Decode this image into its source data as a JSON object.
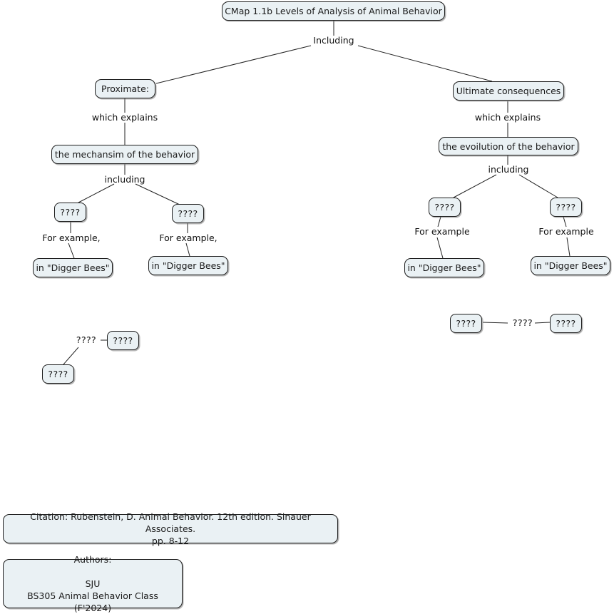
{
  "map": {
    "title_node": "CMap 1.1b Levels of Analysis of Animal Behavior",
    "root_link_label": "Including",
    "left_branch": {
      "concept": "Proximate:",
      "link_to_explanation": "which explains",
      "explanation": "the mechansim of the behavior",
      "link_to_children": "including",
      "child_a": "????",
      "child_a_link": "For example,",
      "child_a_example": "in \"Digger Bees\"",
      "child_b": "????",
      "child_b_link": "For example,",
      "child_b_example": "in \"Digger Bees\""
    },
    "right_branch": {
      "concept": "Ultimate consequences",
      "link_to_explanation": "which explains",
      "explanation": "the evoilution of the behavior",
      "link_to_children": "including",
      "child_a": "????",
      "child_a_link": "For example",
      "child_a_example": "in \"Digger Bees\"",
      "child_b": "????",
      "child_b_link": "For example",
      "child_b_example": "in \"Digger Bees\""
    },
    "orphan_cluster_left": {
      "link_label": "????",
      "node_right": "????",
      "node_lower": "????"
    },
    "orphan_cluster_right": {
      "node_left": "????",
      "link_label": "????",
      "node_right": "????"
    },
    "citation": "Citation: Rubenstein, D. Animal Behavior. 12th edition. Sinauer Associates.\npp. 8-12",
    "authors": "Authors:\n\nSJU\nBS305 Animal Behavior Class (F'2024)"
  },
  "colors": {
    "node_fill": "#eaf1f4",
    "node_border": "#1d1d1d",
    "line": "#222222",
    "text": "#1a1a1a",
    "background": "#ffffff"
  }
}
